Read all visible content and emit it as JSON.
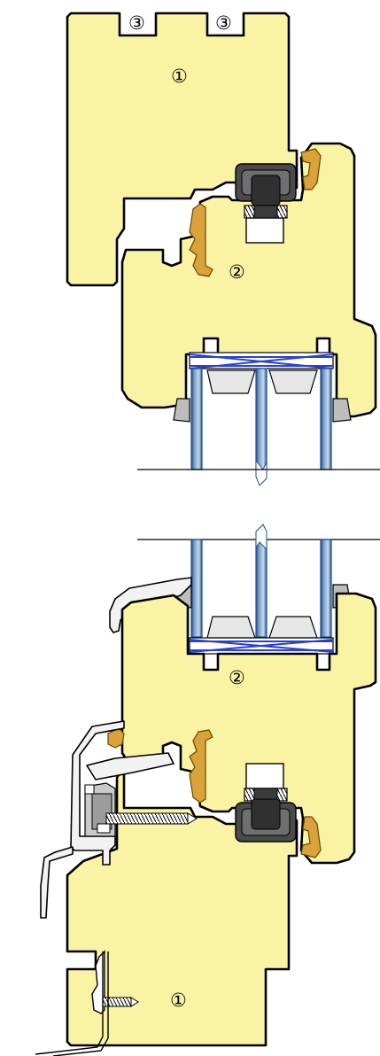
{
  "labels": {
    "top_frame": "①",
    "top_sash": "②",
    "groove_left": "③",
    "groove_right": "③",
    "bottom_sash": "②",
    "bottom_frame": "①"
  },
  "colors": {
    "wood": "#fbf3a4",
    "glass_edge": "#1f4f8a",
    "glass_fill": "#a9c3dd",
    "spacer_blue": "#2b3fd0",
    "seal": "#d9a23a",
    "gasket": "#4a4a4a",
    "aluminium": "#f2f2f2"
  }
}
